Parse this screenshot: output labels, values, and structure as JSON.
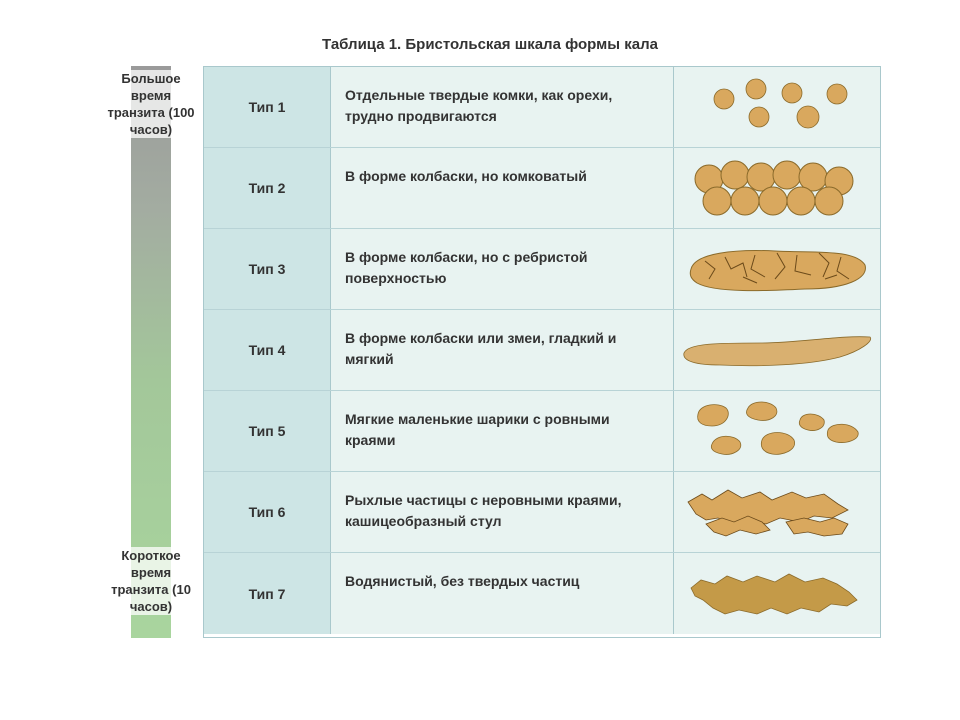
{
  "title": "Таблица 1. Бристольская шкала формы кала",
  "transit": {
    "top_label": "Большое время транзита (100 часов)",
    "bottom_label": "Короткое время транзита (10 часов)"
  },
  "rows": [
    {
      "type": "Тип 1",
      "description": "Отдельные твердые комки, как орехи, трудно продвигаются",
      "icon": "type1-separate-lumps-icon"
    },
    {
      "type": "Тип 2",
      "description": "В форме колбаски, но комковатый",
      "icon": "type2-lumpy-sausage-icon"
    },
    {
      "type": "Тип 3",
      "description": "В форме колбаски, но с ребристой поверхностью",
      "icon": "type3-cracked-sausage-icon"
    },
    {
      "type": "Тип 4",
      "description": "В форме колбаски или змеи, гладкий и мягкий",
      "icon": "type4-smooth-snake-icon"
    },
    {
      "type": "Тип 5",
      "description": "Мягкие маленькие шарики с ровными краями",
      "icon": "type5-soft-blobs-icon"
    },
    {
      "type": "Тип 6",
      "description": "Рыхлые частицы с неровными краями, кашицеобразный стул",
      "icon": "type6-mushy-pieces-icon"
    },
    {
      "type": "Тип 7",
      "description": "Водянистый, без твердых частиц",
      "icon": "type7-watery-icon"
    }
  ],
  "colors": {
    "type_column": "#cde5e5",
    "cell_background": "#e8f3f1",
    "stool": "#d9a85e",
    "stool_dark": "#8a6a2a"
  }
}
